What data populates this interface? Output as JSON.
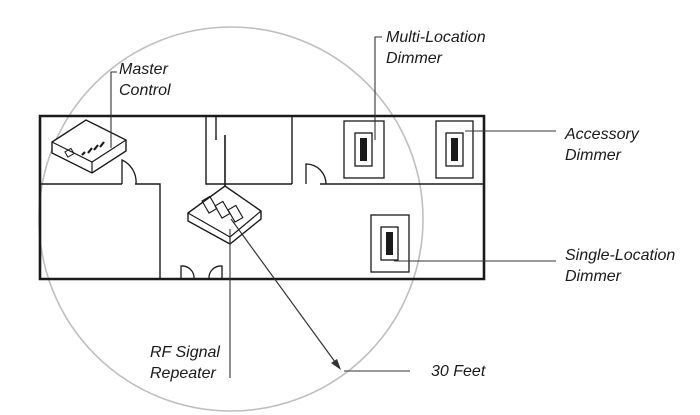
{
  "labels": {
    "master_control": {
      "line1": "Master",
      "line2": "Control"
    },
    "multi_location_dimmer": {
      "line1": "Multi-Location",
      "line2": "Dimmer"
    },
    "accessory_dimmer": {
      "line1": "Accessory",
      "line2": "Dimmer"
    },
    "single_location_dimmer": {
      "line1": "Single-Location",
      "line2": "Dimmer"
    },
    "rf_signal_repeater": {
      "line1": "RF Signal",
      "line2": "Repeater"
    },
    "range": "30 Feet"
  },
  "colors": {
    "range_circle": "#bfbfbf",
    "walls": "#1a1a1a",
    "leader_lines": "#333333",
    "device_fill": "#ffffff"
  }
}
